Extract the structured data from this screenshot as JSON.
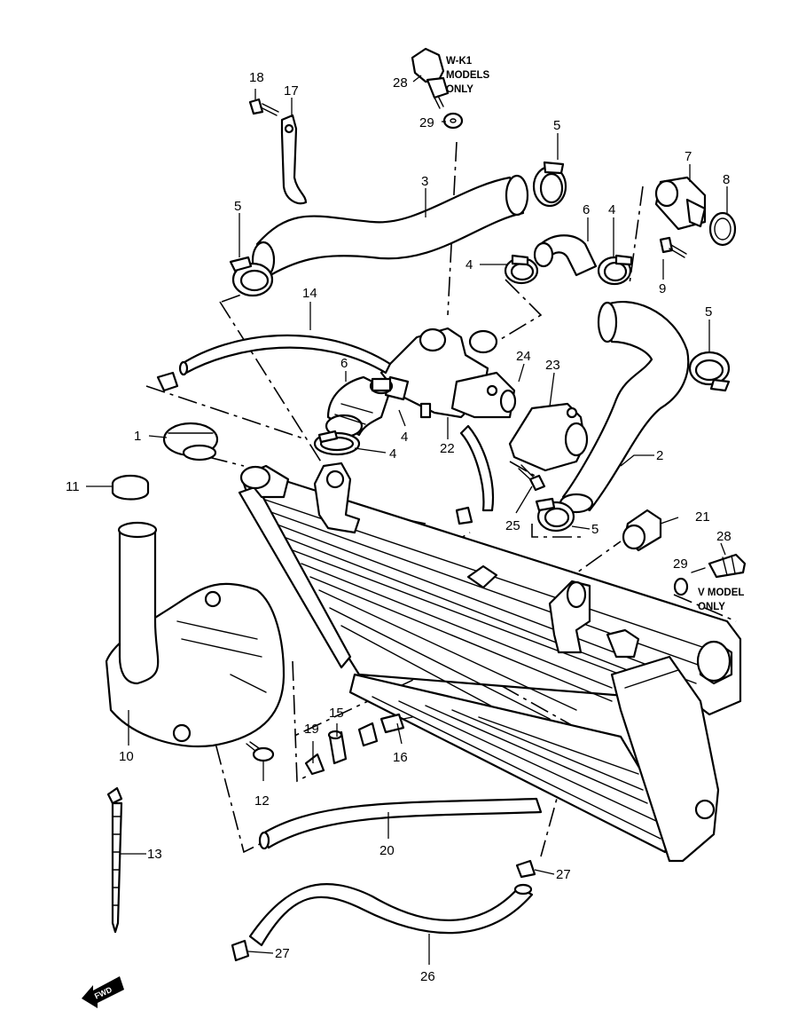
{
  "labels": {
    "l1": "1",
    "l2": "2",
    "l3": "3",
    "l4a": "4",
    "l4b": "4",
    "l4c": "4",
    "l4d": "4",
    "l5a": "5",
    "l5b": "5",
    "l5c": "5",
    "l5d": "5",
    "l6a": "6",
    "l6b": "6",
    "l7": "7",
    "l8": "8",
    "l9": "9",
    "l10": "10",
    "l11": "11",
    "l12": "12",
    "l13": "13",
    "l14": "14",
    "l15": "15",
    "l16": "16",
    "l17": "17",
    "l18": "18",
    "l19": "19",
    "l20": "20",
    "l21": "21",
    "l22": "22",
    "l23": "23",
    "l24": "24",
    "l25": "25",
    "l26": "26",
    "l27a": "27",
    "l27b": "27",
    "l28a": "28",
    "l28b": "28",
    "l29a": "29",
    "l29b": "29"
  },
  "notes": {
    "wk1_line1": "W-K1",
    "wk1_line2": "MODELS",
    "wk1_line3": "ONLY",
    "v_line1": "V MODEL",
    "v_line2": "ONLY"
  },
  "fwd_label": "FWD"
}
